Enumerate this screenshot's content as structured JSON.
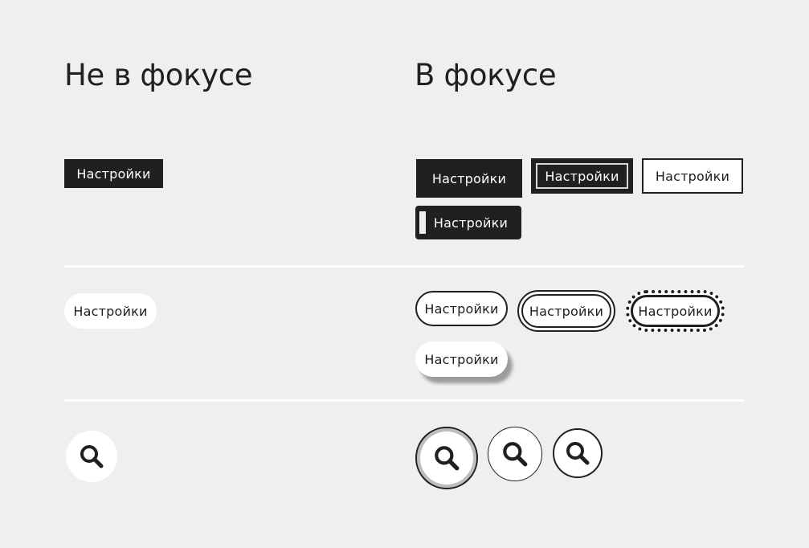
{
  "headings": {
    "unfocused": "Не в фокусе",
    "focused": "В фокусе"
  },
  "button_label": "Настройки",
  "icons": {
    "search": "search-icon"
  },
  "colors": {
    "background": "#efefef",
    "dark": "#202020",
    "light": "#ffffff",
    "divider": "#ffffff"
  }
}
